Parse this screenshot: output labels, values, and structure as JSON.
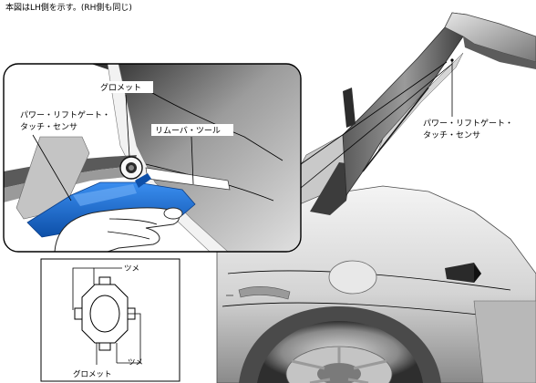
{
  "note": "本図はLH側を示す。(RH側も同じ)",
  "detail_view": {
    "grommet_label": "グロメット",
    "sensor_label_line1": "パワー・リフトゲート・",
    "sensor_label_line2": "タッチ・センサ",
    "tool_label": "リムーバ・ツール"
  },
  "vehicle_view": {
    "sensor_label_line1": "パワー・リフトゲート・",
    "sensor_label_line2": "タッチ・センサ"
  },
  "grommet_inset": {
    "tab_label_top": "ツメ",
    "tab_label_bottom": "ツメ",
    "grommet_label": "グロメット"
  },
  "colors": {
    "tool_blue": "#1f73d6",
    "tool_blue_dark": "#0d4fa8"
  }
}
